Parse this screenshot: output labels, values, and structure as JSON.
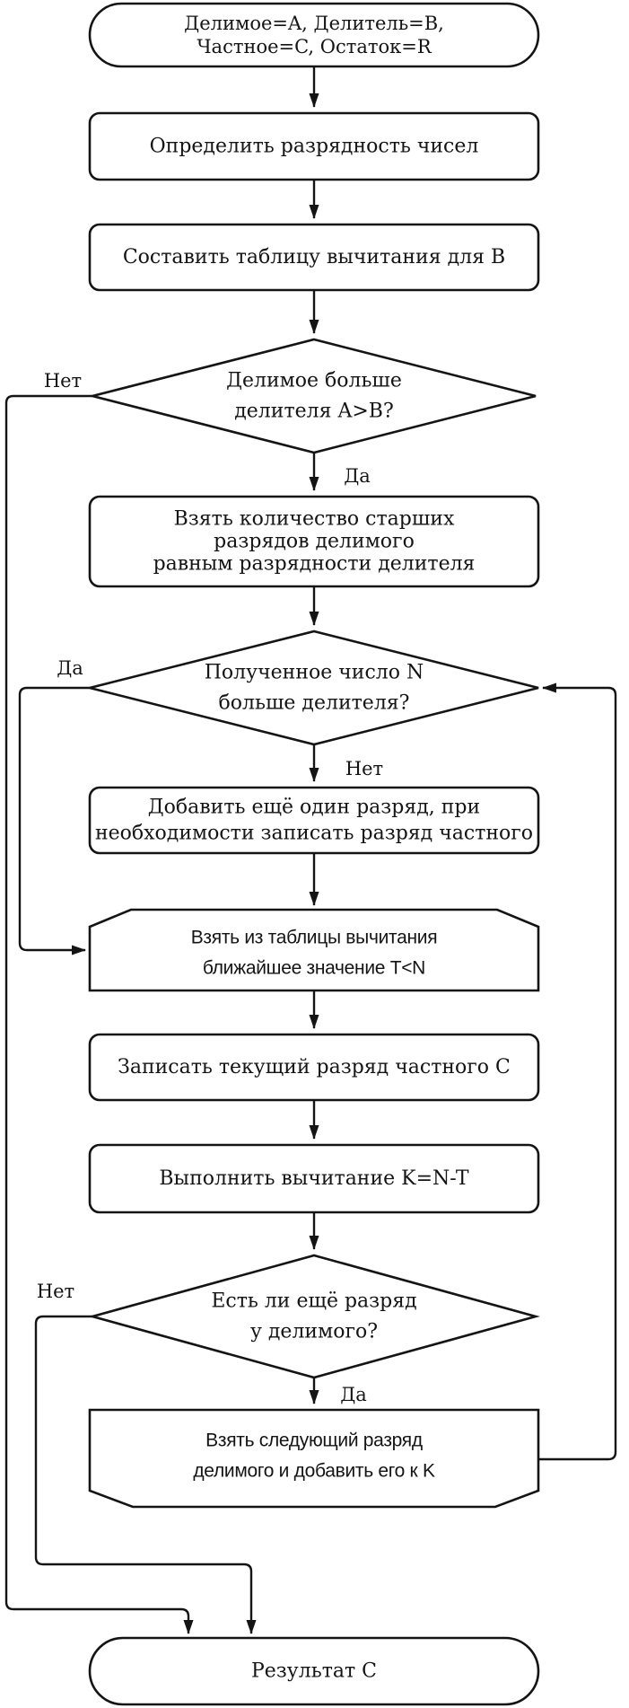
{
  "diagram": {
    "language": "ru",
    "colors": {
      "stroke": "#141414",
      "fill": "#ffffff",
      "background": "#ffffff",
      "text": "#141414"
    },
    "nodes": [
      {
        "id": "start",
        "type": "terminator",
        "lines": [
          "Делимое=A, Делитель=B,",
          "Частное=C, Остаток=R"
        ]
      },
      {
        "id": "p1",
        "type": "process",
        "lines": [
          "Определить разрядность чисел"
        ]
      },
      {
        "id": "p2",
        "type": "process",
        "lines": [
          "Составить таблицу вычитания для B"
        ]
      },
      {
        "id": "d1",
        "type": "decision",
        "lines": [
          "Делимое больше",
          "делителя A>B?"
        ]
      },
      {
        "id": "p3",
        "type": "process",
        "lines": [
          "Взять количество старших",
          "разрядов делимого",
          "равным разрядности делителя"
        ]
      },
      {
        "id": "d2",
        "type": "decision",
        "lines": [
          "Полученное число N",
          "больше делителя?"
        ]
      },
      {
        "id": "p4",
        "type": "process",
        "lines": [
          "Добавить ещё один разряд, при",
          "необходимости записать разряд частного"
        ]
      },
      {
        "id": "m1",
        "type": "bevel-top",
        "lines": [
          "Взять из таблицы вычитания",
          "ближайшее значение T<N"
        ]
      },
      {
        "id": "p5",
        "type": "process",
        "lines": [
          "Записать текущий разряд частного C"
        ]
      },
      {
        "id": "p6",
        "type": "process",
        "lines": [
          "Выполнить вычитание K=N-T"
        ]
      },
      {
        "id": "d3",
        "type": "decision",
        "lines": [
          "Есть ли ещё разряд",
          "у делимого?"
        ]
      },
      {
        "id": "m2",
        "type": "bevel-bottom",
        "lines": [
          "Взять следующий разряд",
          "делимого и добавить его к K"
        ]
      },
      {
        "id": "end",
        "type": "terminator",
        "lines": [
          "Результат C"
        ]
      }
    ],
    "edge_labels": [
      {
        "id": "no1",
        "text": "Нет"
      },
      {
        "id": "yes1",
        "text": "Да"
      },
      {
        "id": "yes2",
        "text": "Да"
      },
      {
        "id": "no2",
        "text": "Нет"
      },
      {
        "id": "no3",
        "text": "Нет"
      },
      {
        "id": "yes3",
        "text": "Да"
      }
    ]
  }
}
